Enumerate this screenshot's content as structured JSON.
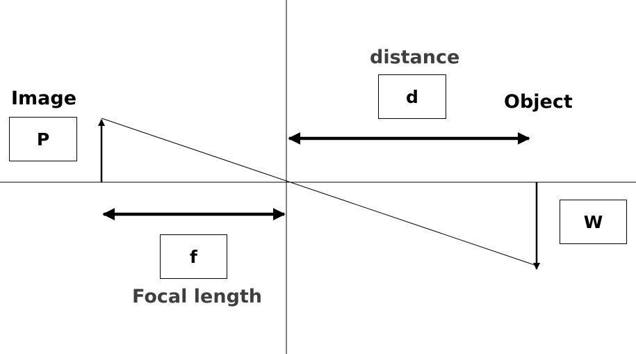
{
  "labels": {
    "image": "Image",
    "distance": "distance",
    "object": "Object",
    "focal_length": "Focal length"
  },
  "symbols": {
    "image_size": "P",
    "distance": "d",
    "object_size": "W",
    "focal_length": "f"
  },
  "colors": {
    "line": "#000000",
    "label_dark": "#000000",
    "label_grey": "#3f3f3f"
  }
}
